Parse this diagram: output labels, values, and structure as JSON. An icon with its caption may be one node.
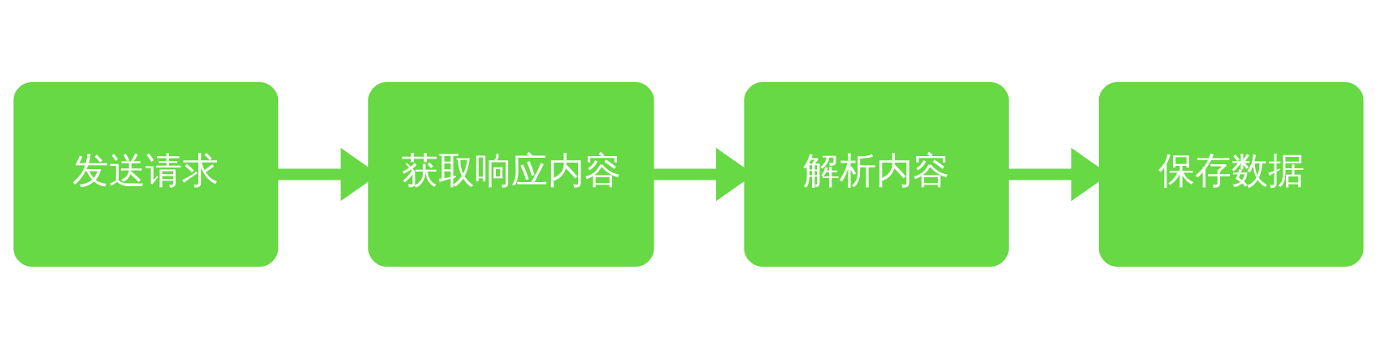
{
  "diagram": {
    "nodes": [
      {
        "text": [
          "发送请求"
        ]
      },
      {
        "text": [
          "获取响应内容"
        ]
      },
      {
        "text": [
          "解析内容"
        ]
      },
      {
        "text": [
          "保存数据"
        ]
      }
    ],
    "edges": [
      {
        "from": 0,
        "to": 1,
        "arrow": "to"
      },
      {
        "from": 1,
        "to": 2,
        "arrow": "to"
      },
      {
        "from": 2,
        "to": 3,
        "arrow": "to"
      }
    ]
  }
}
